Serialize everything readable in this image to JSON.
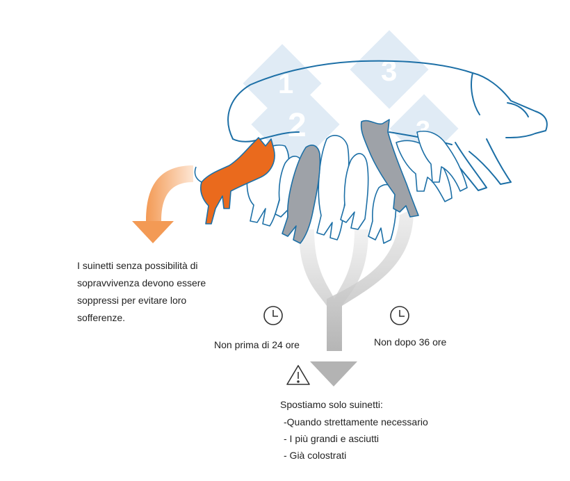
{
  "left_note": {
    "lines": [
      "I suinetti senza possibilità di",
      "sopravvivenza devono essere",
      "soppressi per evitare loro",
      "sofferenze."
    ]
  },
  "timing": {
    "left_label": "Non prima di 24 ore",
    "right_label": "Non dopo 36 ore"
  },
  "move": {
    "title": "Spostiamo solo suinetti:",
    "items": [
      "-Quando strettamente necessario",
      "- I più grandi e asciutti",
      "- Già colostrati"
    ]
  },
  "watermark": {
    "digits": [
      "1",
      "2",
      "3",
      "3"
    ]
  },
  "colors": {
    "outline": "#1c6fa6",
    "orange": "#ea6a1d",
    "grey_piglet": "#999da3",
    "arrow_grey": "#bdbdbd",
    "watermark": "#dfeaf4"
  }
}
